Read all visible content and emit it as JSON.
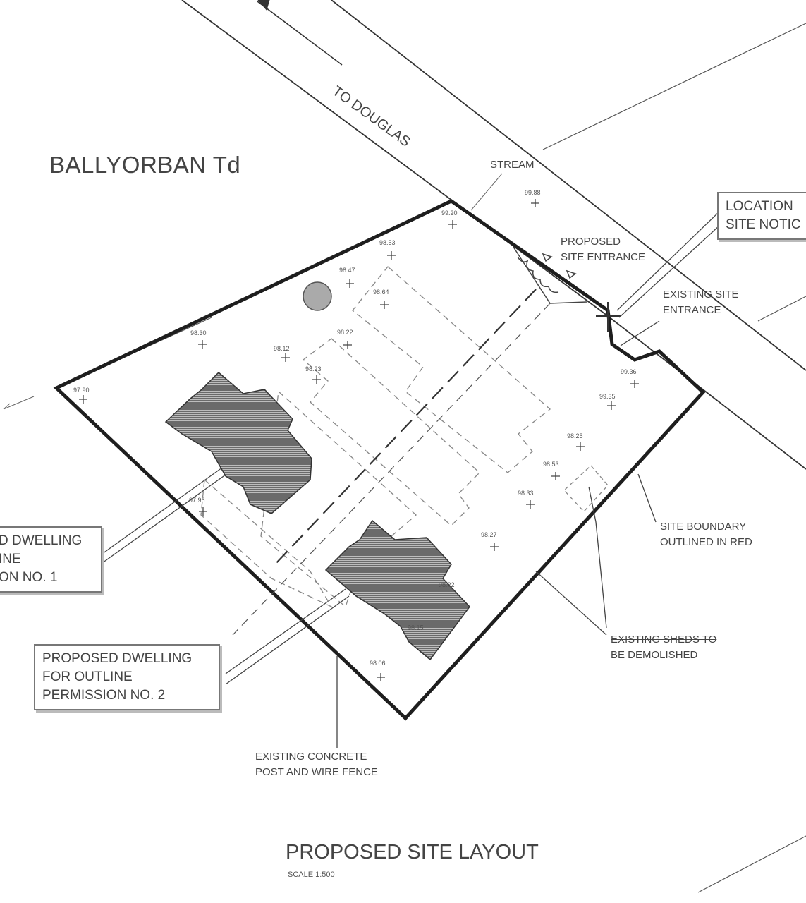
{
  "labels": {
    "townland": "BALLYORBAN Td",
    "road": "TO DOUGLAS",
    "stream": "STREAM",
    "location_notice": [
      "LOCATION",
      "SITE NOTIC"
    ],
    "proposed_entrance": [
      "PROPOSED",
      "SITE ENTRANCE"
    ],
    "existing_entrance": [
      "EXISTING SITE",
      "ENTRANCE"
    ],
    "site_boundary": [
      "SITE BOUNDARY",
      "OUTLINED IN RED"
    ],
    "existing_sheds": [
      "EXISTING SHEDS TO",
      "BE DEMOLISHED"
    ],
    "dwelling_1": [
      "D DWELLING",
      "INE",
      "ON NO. 1"
    ],
    "dwelling_2": [
      "PROPOSED DWELLING",
      "FOR OUTLINE",
      "PERMISSION NO. 2"
    ],
    "fence": [
      "EXISTING CONCRETE",
      "POST AND WIRE FENCE"
    ],
    "title": "PROPOSED SITE LAYOUT",
    "scale": "SCALE 1:500"
  },
  "levels": [
    "99.88",
    "99.20",
    "98.53",
    "98.47",
    "98.64",
    "98.30",
    "98.12",
    "98.22",
    "98.23",
    "97.90",
    "99.36",
    "99.35",
    "98.25",
    "98.53",
    "98.33",
    "97.96",
    "98.27",
    "98.22",
    "98.15",
    "98.06"
  ]
}
